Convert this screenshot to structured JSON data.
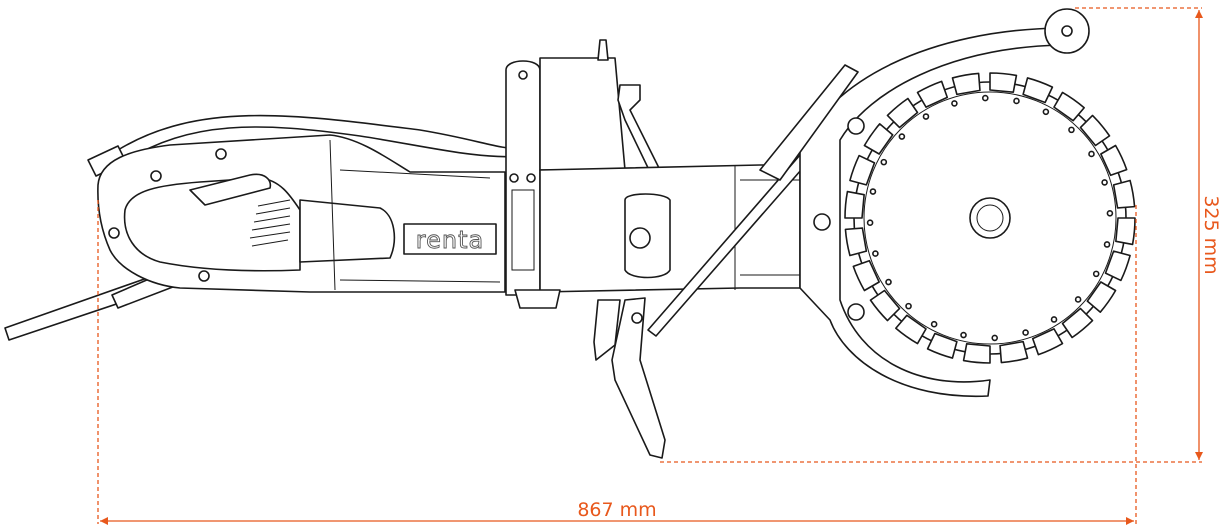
{
  "drawing": {
    "brand_label": "renta",
    "line_color": "#1a1a1a",
    "dimension_color": "#e8581c"
  },
  "dimensions": {
    "length_label": "867 mm",
    "height_label": "325 mm"
  }
}
